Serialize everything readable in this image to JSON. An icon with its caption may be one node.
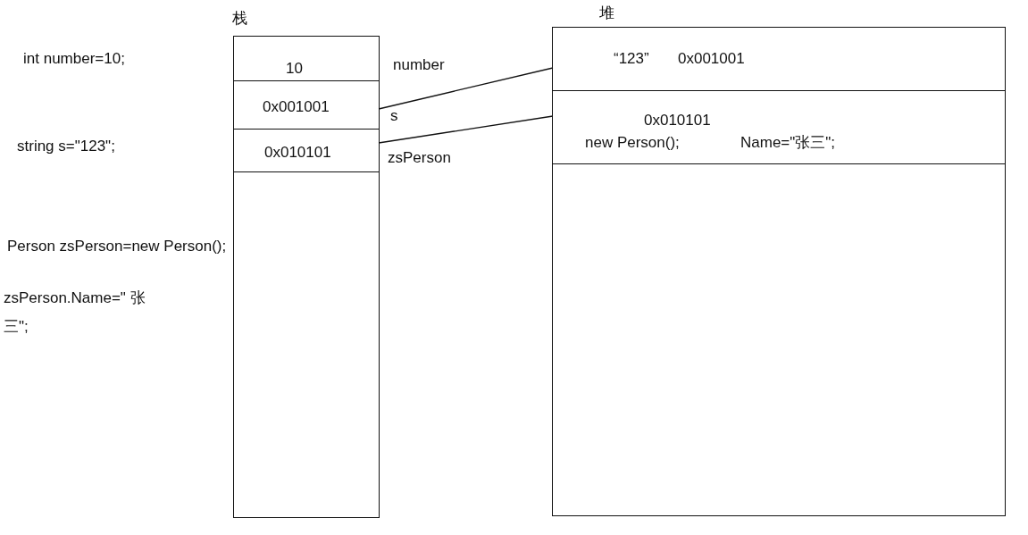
{
  "diagram": {
    "nodes": [
      {
        "text": [
          "栈"
        ]
      },
      {
        "text": [
          "10"
        ],
        "in": 0,
        "beside": [
          "number"
        ]
      },
      {
        "text": [
          "0x001001"
        ],
        "in": 0,
        "beside": [
          "s"
        ]
      },
      {
        "text": [
          "0x010101"
        ],
        "in": 0,
        "beside": [
          "zsPerson"
        ]
      },
      {
        "text": [
          "堆"
        ]
      },
      {
        "text": [
          "“123”",
          "0x001001"
        ],
        "in": 4
      },
      {
        "text": [
          "0x010101",
          "new Person();",
          "Name=\"张三\";"
        ],
        "in": 4
      }
    ],
    "edges": [
      {
        "from": 2,
        "to": 5,
        "arrow": "none"
      },
      {
        "from": 3,
        "to": 6,
        "arrow": "none"
      }
    ],
    "labels": [
      "int number=10;",
      "string s=\"123\";",
      "Person zsPerson=new Person();",
      "zsPerson.Name=\" 张三\";"
    ]
  }
}
